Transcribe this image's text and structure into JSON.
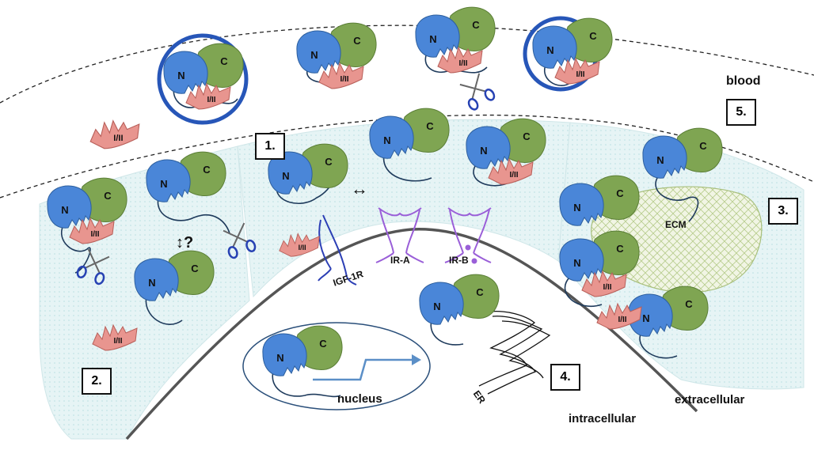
{
  "labels": {
    "blood": "blood",
    "extracellular": "extracellular",
    "intracellular": "intracellular",
    "nucleus": "nucleus",
    "ecm": "ECM",
    "er": "ER",
    "igf1r": "IGF-1R",
    "ira": "IR-A",
    "irb": "IR-B",
    "question": "?",
    "arrow_lr": "↔",
    "arrow_ud": "↕"
  },
  "regions": {
    "r1": "1.",
    "r2": "2.",
    "r3": "3.",
    "r4": "4.",
    "r5": "5."
  },
  "domains": {
    "n": "N",
    "c": "C",
    "fragment": "I/II"
  },
  "colors": {
    "n_domain": "#4a86d8",
    "c_domain": "#7fa552",
    "fragment": "#e8958f",
    "circle": "#2756b8",
    "region_fill": "#e4f3f4",
    "ecm_fill": "#eef3df",
    "igf1r": "#2c3fb5",
    "ir": "#9a5fd8"
  }
}
